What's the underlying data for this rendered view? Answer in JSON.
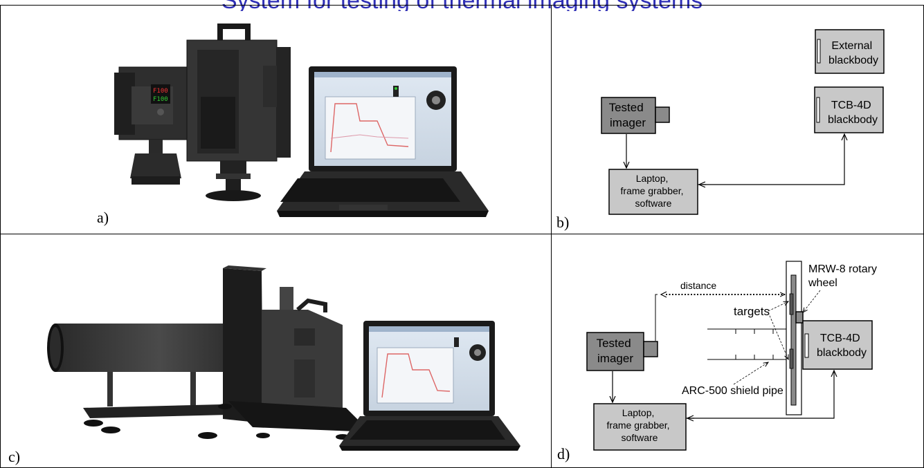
{
  "header": {
    "title_fragment": "System for testing of thermal imaging systems"
  },
  "panels": {
    "a": {
      "label": "a)"
    },
    "b": {
      "label": "b)",
      "external_blackbody": [
        "External",
        "blackbody"
      ],
      "tcb_blackbody": [
        "TCB-4D",
        "blackbody"
      ],
      "tested_imager": [
        "Tested",
        "imager"
      ],
      "laptop": [
        "Laptop,",
        "frame grabber,",
        "software"
      ]
    },
    "c": {
      "label": "c)"
    },
    "d": {
      "label": "d)",
      "mrw_label": [
        "MRW-8 rotary",
        "wheel"
      ],
      "distance": "distance",
      "targets": "targets",
      "tested_imager": [
        "Tested",
        "imager"
      ],
      "tcb_blackbody": [
        "TCB-4D",
        "blackbody"
      ],
      "shield_pipe": "ARC-500 shield pipe",
      "laptop": [
        "Laptop,",
        "frame grabber,",
        "software"
      ]
    }
  }
}
